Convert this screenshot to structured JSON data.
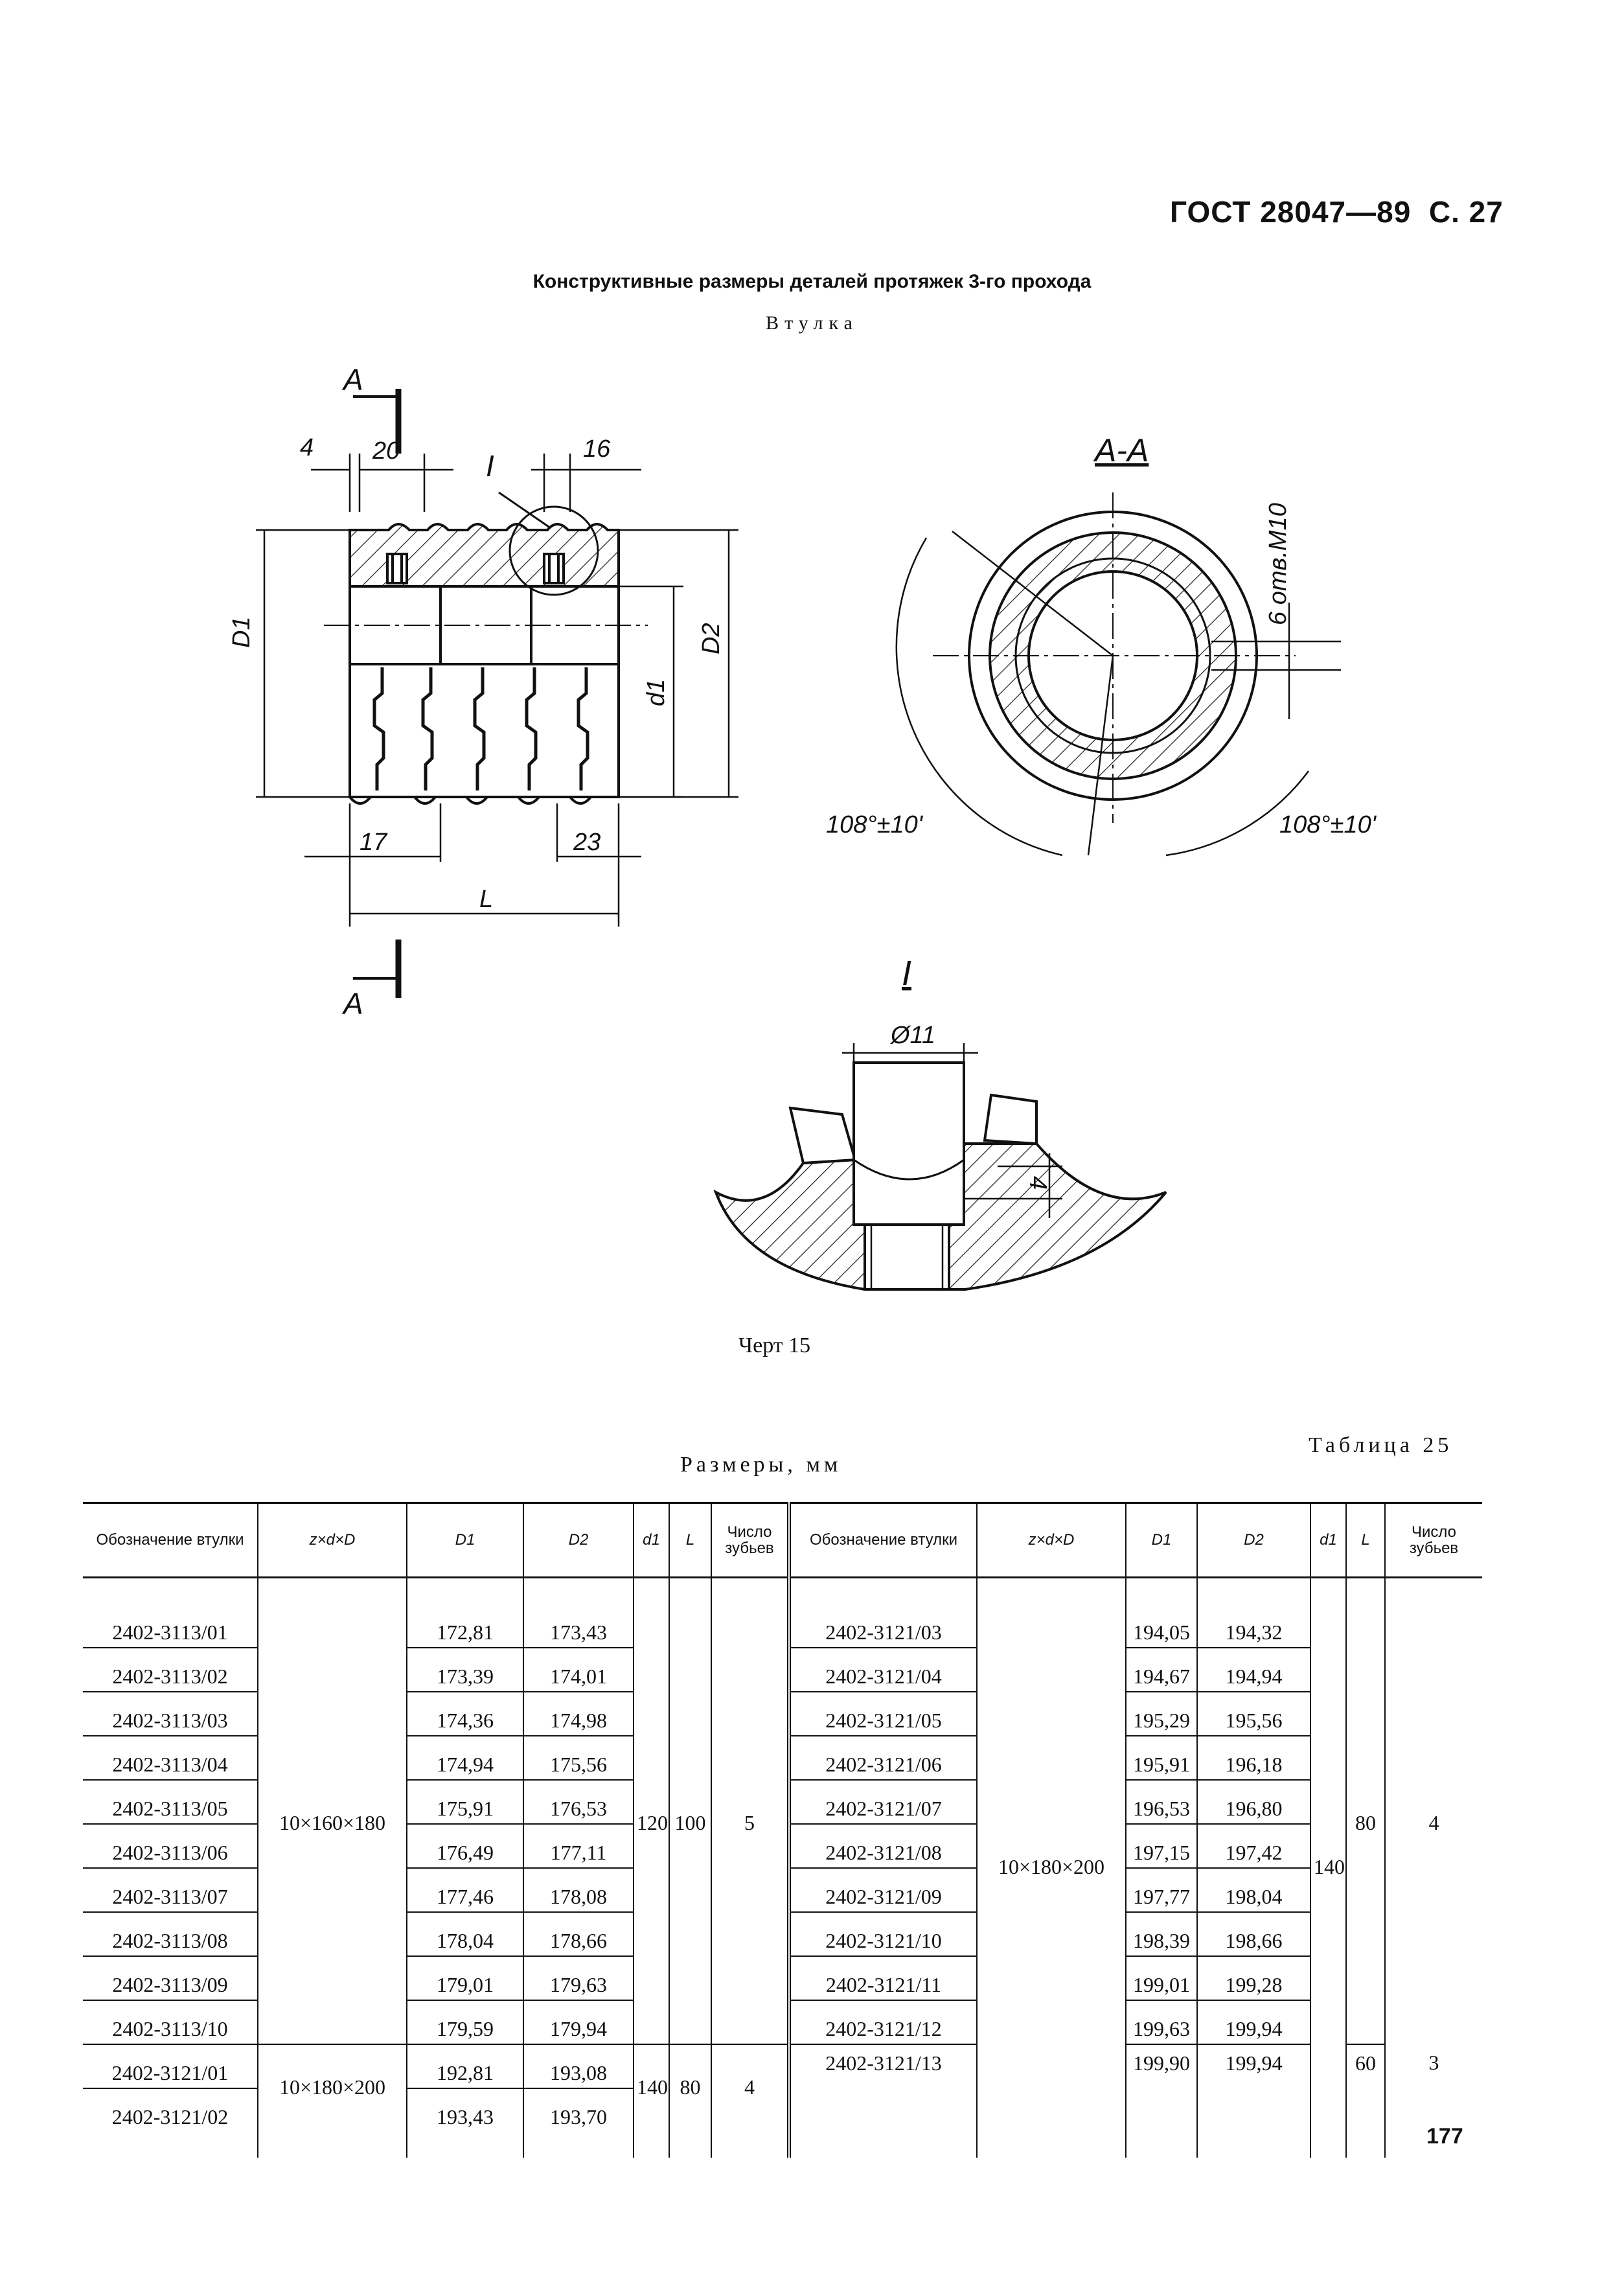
{
  "header": {
    "standard": "ГОСТ 28047—89",
    "page_ref": "С. 27"
  },
  "title": "Конструктивные размеры деталей протяжек 3-го прохода",
  "subtitle": "Втулка",
  "drawing": {
    "section_marks": {
      "a_top": "А",
      "a_bottom": "А",
      "section_view": "А-А",
      "detail_mark": "I",
      "detail_view": "I"
    },
    "dims_front": {
      "d4": "4",
      "d20": "20",
      "d16": "16",
      "d17": "17",
      "d23": "23",
      "dL": "L",
      "dD1": "D1",
      "dD2": "D2",
      "dd1": "d1"
    },
    "dims_section": {
      "holes": "6 отв.М10",
      "angle_left": "108°±10'",
      "angle_right": "108°±10'"
    },
    "dims_detail": {
      "dia": "Ø11",
      "depth": "4"
    }
  },
  "caption": "Черт 15",
  "table": {
    "number_label": "Таблица 25",
    "units_label": "Размеры, мм",
    "headers": {
      "designation": "Обозначение втулки",
      "zdD": "z×d×D",
      "D1": "D1",
      "D2": "D2",
      "d1": "d1",
      "L": "L",
      "teeth": "Число зубьев"
    },
    "left": {
      "rows": [
        {
          "designation": "2402-3113/01",
          "D1": "172,81",
          "D2": "173,43"
        },
        {
          "designation": "2402-3113/02",
          "D1": "173,39",
          "D2": "174,01"
        },
        {
          "designation": "2402-3113/03",
          "D1": "174,36",
          "D2": "174,98"
        },
        {
          "designation": "2402-3113/04",
          "D1": "174,94",
          "D2": "175,56"
        },
        {
          "designation": "2402-3113/05",
          "D1": "175,91",
          "D2": "176,53"
        },
        {
          "designation": "2402-3113/06",
          "D1": "176,49",
          "D2": "177,11"
        },
        {
          "designation": "2402-3113/07",
          "D1": "177,46",
          "D2": "178,08"
        },
        {
          "designation": "2402-3113/08",
          "D1": "178,04",
          "D2": "178,66"
        },
        {
          "designation": "2402-3113/09",
          "D1": "179,01",
          "D2": "179,63"
        },
        {
          "designation": "2402-3113/10",
          "D1": "179,59",
          "D2": "179,94"
        },
        {
          "designation": "2402-3121/01",
          "D1": "192,81",
          "D2": "193,08"
        },
        {
          "designation": "2402-3121/02",
          "D1": "193,43",
          "D2": "193,70"
        }
      ],
      "group1": {
        "zdD": "10×160×180",
        "d1": "120",
        "L": "100",
        "teeth": "5"
      },
      "group2": {
        "zdD": "10×180×200",
        "d1": "140",
        "L": "80",
        "teeth": "4"
      }
    },
    "right": {
      "rows": [
        {
          "designation": "2402-3121/03",
          "D1": "194,05",
          "D2": "194,32"
        },
        {
          "designation": "2402-3121/04",
          "D1": "194,67",
          "D2": "194,94"
        },
        {
          "designation": "2402-3121/05",
          "D1": "195,29",
          "D2": "195,56"
        },
        {
          "designation": "2402-3121/06",
          "D1": "195,91",
          "D2": "196,18"
        },
        {
          "designation": "2402-3121/07",
          "D1": "196,53",
          "D2": "196,80"
        },
        {
          "designation": "2402-3121/08",
          "D1": "197,15",
          "D2": "197,42"
        },
        {
          "designation": "2402-3121/09",
          "D1": "197,77",
          "D2": "198,04"
        },
        {
          "designation": "2402-3121/10",
          "D1": "198,39",
          "D2": "198,66"
        },
        {
          "designation": "2402-3121/11",
          "D1": "199,01",
          "D2": "199,28"
        },
        {
          "designation": "2402-3121/12",
          "D1": "199,63",
          "D2": "199,94"
        },
        {
          "designation": "2402-3121/13",
          "D1": "199,90",
          "D2": "199,94"
        }
      ],
      "zdD": "10×180×200",
      "d1": "140",
      "groupA": {
        "L": "80",
        "teeth": "4"
      },
      "groupB": {
        "L": "60",
        "teeth": "3"
      }
    }
  },
  "page_number": "177"
}
